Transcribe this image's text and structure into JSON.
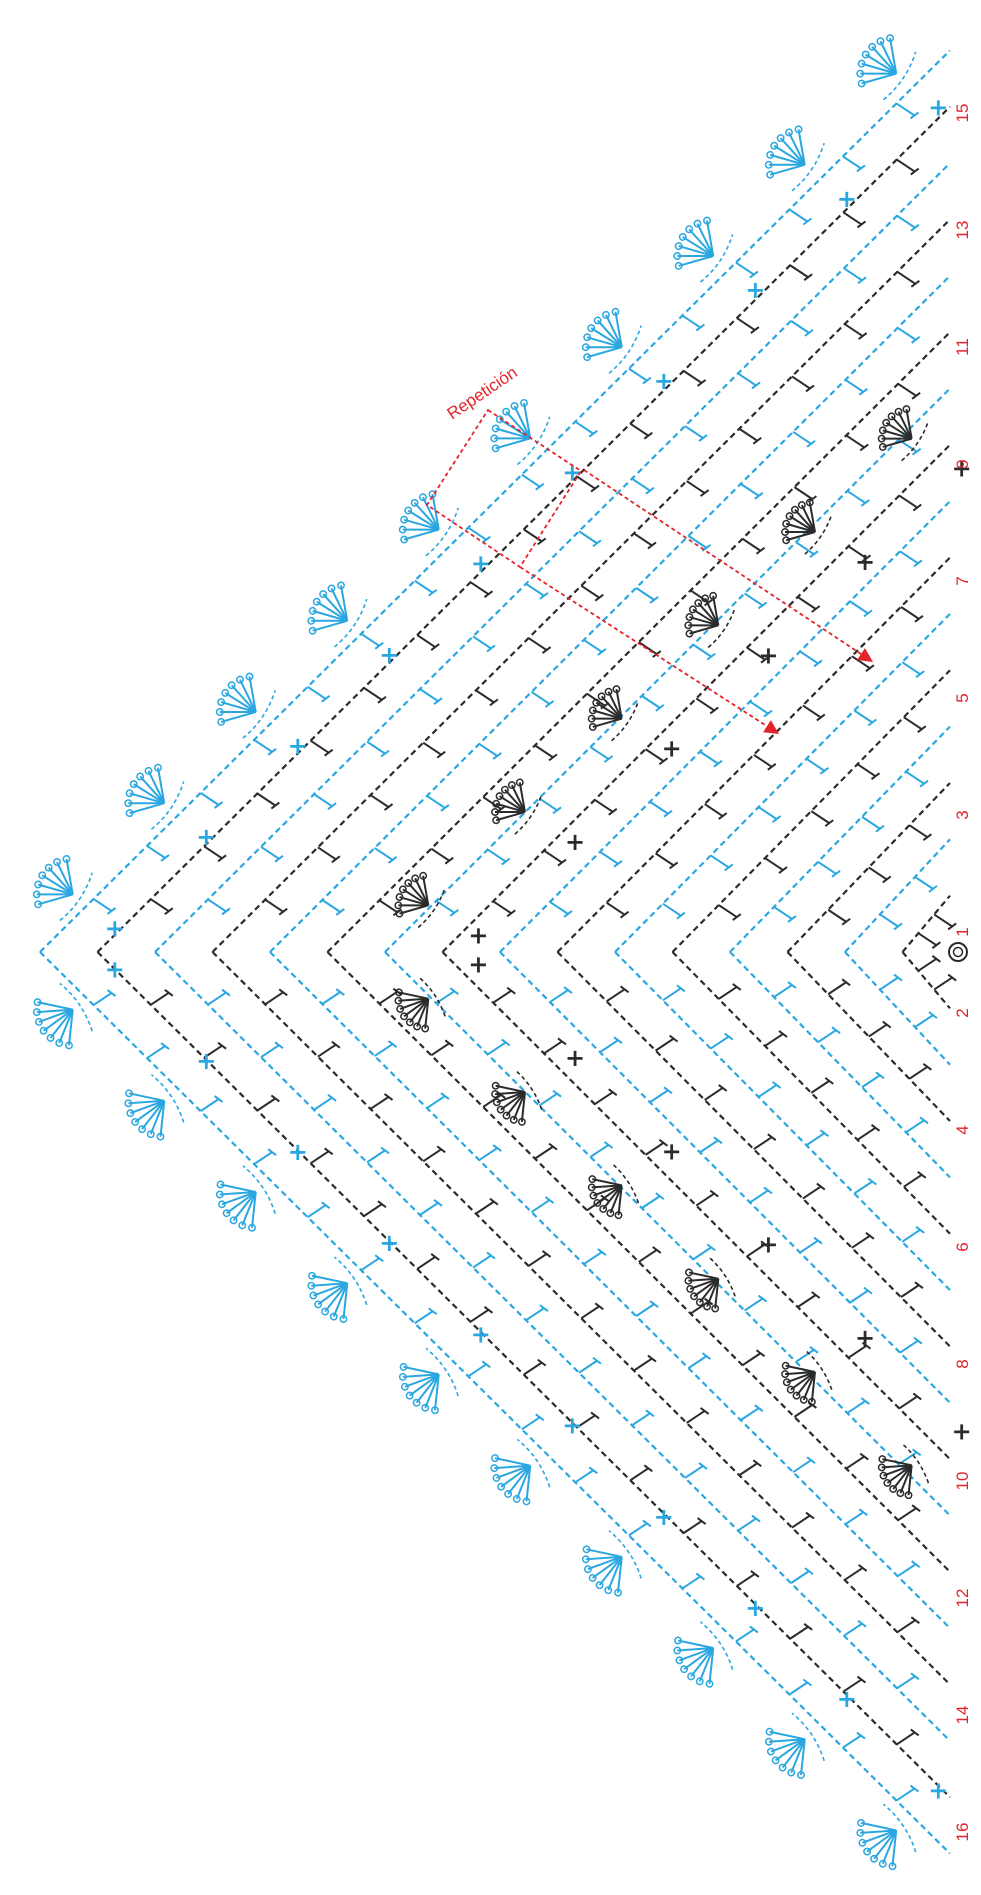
{
  "diagram": {
    "repeat_label": "Repetición",
    "row_numbers_top": [
      "1",
      "3",
      "5",
      "7",
      "9",
      "11",
      "13",
      "15"
    ],
    "row_numbers_bottom": [
      "2",
      "4",
      "6",
      "8",
      "10",
      "12",
      "14",
      "16"
    ],
    "colors": {
      "odd_rows": "#2b2b2b",
      "even_rows": "#2aa7e0",
      "labels": "#e3242b"
    },
    "symbols": {
      "sc": "+",
      "ring": "magic-ring",
      "dc": "double-crochet",
      "ch": "chain"
    }
  }
}
